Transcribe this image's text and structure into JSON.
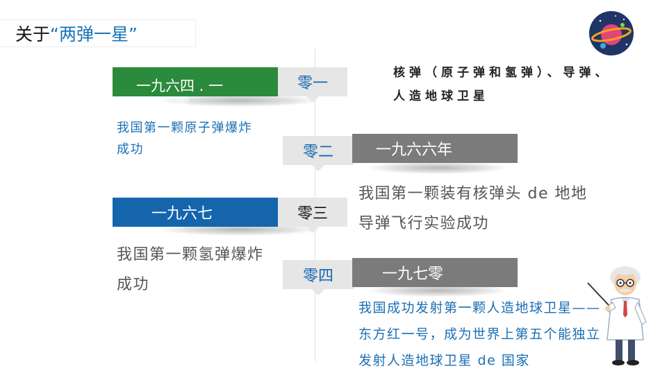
{
  "title": {
    "prefix": "关于",
    "highlight": "“两弹一星”"
  },
  "timeline": [
    {
      "tab": "零一",
      "year_line1": "一九六四 . 一",
      "year_line2": "零",
      "description": "我国第一颗原子弹爆炸成功"
    },
    {
      "tab": "零二",
      "year": "一九六六年",
      "description": "我国第一颗装有核弹头 de 地地导弹飞行实验成功"
    },
    {
      "tab": "零三",
      "year": "一九六七",
      "description": "我国第一颗氢弹爆炸成功"
    },
    {
      "tab": "零四",
      "year": "一九七零",
      "description": "我国成功发射第一颗人造地球卫星——东方红一号，成为世界上第五个能独立发射人造地球卫星 de 国家"
    }
  ],
  "intro": "核弹（原子弹和氢弹）、导弹、人造地球卫星",
  "colors": {
    "green": "#2b8a3b",
    "blue": "#1565ad",
    "gray": "#7b7b7b",
    "tab": "#e6e6e6",
    "accent_text": "#1673b8"
  },
  "icons": [
    "planet-icon",
    "doctor-illustration"
  ]
}
